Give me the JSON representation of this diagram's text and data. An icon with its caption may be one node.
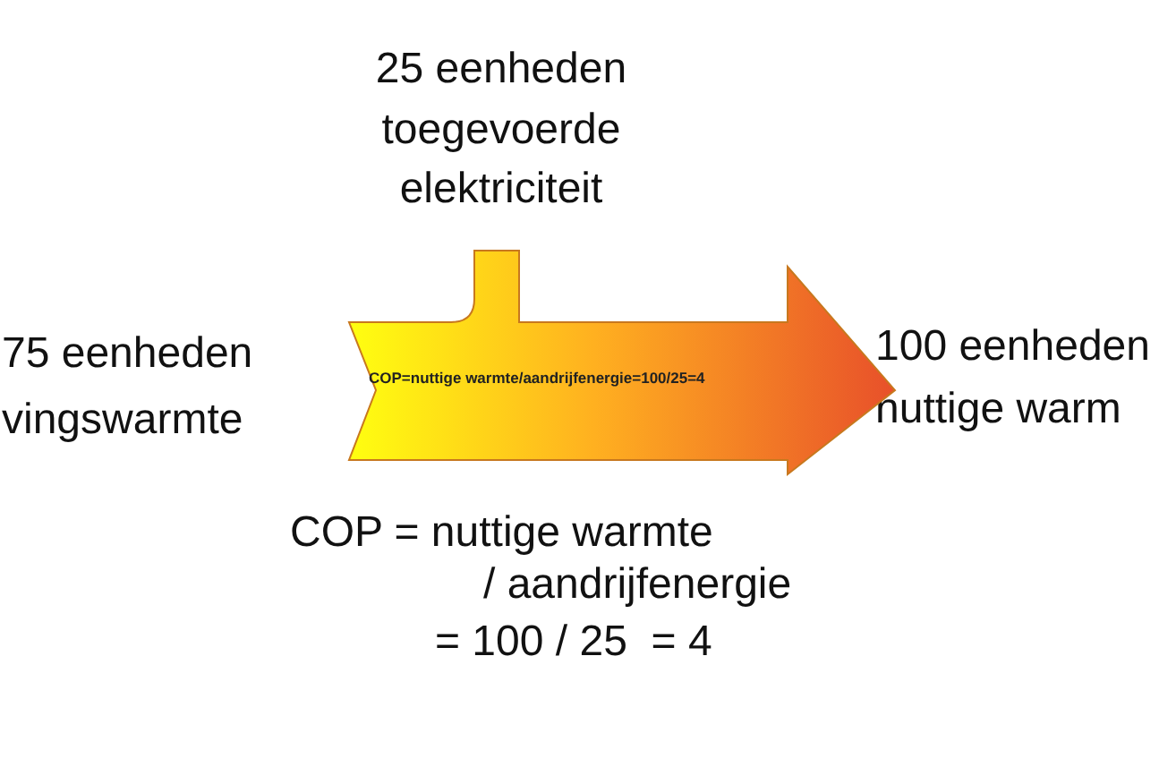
{
  "diagram": {
    "nodes": [
      {
        "text": [
          "COP=nuttige warmte/aandrijfenergie=100/25=4"
        ]
      }
    ],
    "edges": [],
    "labels": [
      "25 eenheden toegevoerde elektriciteit",
      "75 eenheden",
      "vingswarmte",
      "100 eenheden",
      "nuttige warm",
      "COP = nuttige warmte",
      "/ aandrijfenergie",
      "= 100 / 25  = 4"
    ]
  }
}
